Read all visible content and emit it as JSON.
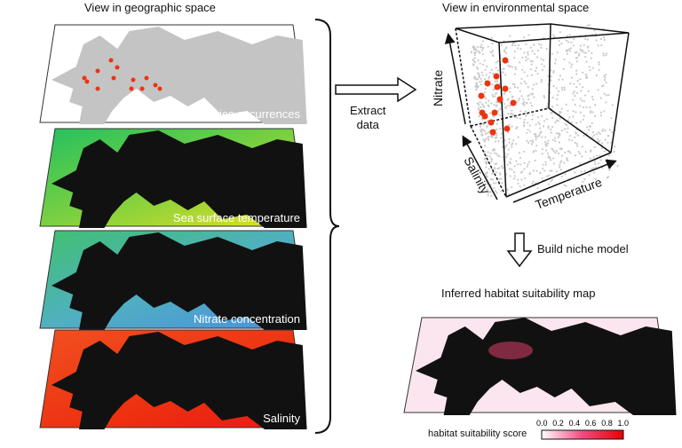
{
  "titles": {
    "geographic": "View in geographic space",
    "environmental": "View in environmental space",
    "habitat": "Inferred habitat suitability map"
  },
  "layers": [
    {
      "label": "Species occurrences"
    },
    {
      "label": "Sea surface temperature"
    },
    {
      "label": "Nitrate concentration"
    },
    {
      "label": "Salinity"
    }
  ],
  "steps": {
    "extract": "Extract\ndata",
    "build": "Build niche model"
  },
  "axes": {
    "x": "Temperature",
    "y": "Nitrate",
    "z": "Salinity"
  },
  "legend": {
    "title": "habitat suitability score",
    "ticks": [
      "0.0",
      "0.2",
      "0.4",
      "0.6",
      "0.8",
      "1.0"
    ]
  },
  "colors": {
    "occurrence": "#ee3311",
    "background_points": "#c8cac8",
    "land": "#111111",
    "sea_grey": "#c4c4c4"
  }
}
